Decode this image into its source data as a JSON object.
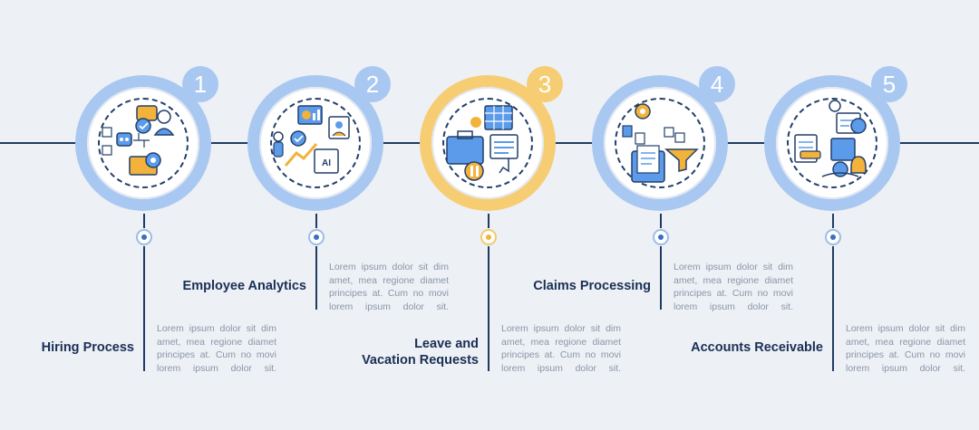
{
  "steps": [
    {
      "number": "1",
      "title": "Hiring Process",
      "text": "Lorem ipsum dolor sit dim amet, mea regione diamet principes at. Cum no movi lorem ipsum dolor sit.",
      "icon": "hiring-process-icon",
      "accent": "#5b9bea",
      "ring": "#a9c8f1"
    },
    {
      "number": "2",
      "title": "Employee Analytics",
      "text": "Lorem ipsum dolor sit dim amet, mea regione diamet principes at. Cum no movi lorem ipsum dolor sit.",
      "icon": "employee-analytics-icon",
      "accent": "#5b9bea",
      "ring": "#a9c8f1"
    },
    {
      "number": "3",
      "title": "Leave and\nVacation Requests",
      "text": "Lorem ipsum dolor sit dim amet, mea regione diamet principes at. Cum no movi lorem ipsum dolor sit.",
      "icon": "vacation-requests-icon",
      "accent": "#f3b23a",
      "ring": "#f6cd72"
    },
    {
      "number": "4",
      "title": "Claims Processing",
      "text": "Lorem ipsum dolor sit dim amet, mea regione diamet principes at. Cum no movi lorem ipsum dolor sit.",
      "icon": "claims-processing-icon",
      "accent": "#5b9bea",
      "ring": "#a9c8f1"
    },
    {
      "number": "5",
      "title": "Accounts Receivable",
      "text": "Lorem ipsum dolor sit dim amet, mea regione diamet principes at. Cum no movi lorem ipsum dolor sit.",
      "icon": "accounts-receivable-icon",
      "accent": "#5b9bea",
      "ring": "#a9c8f1"
    }
  ],
  "icon_text": {
    "ai_chip": "AI"
  },
  "colors": {
    "line": "#1f3b64",
    "blue": "#5b9bea",
    "orange": "#f3b23a",
    "background": "#edf0f5"
  }
}
